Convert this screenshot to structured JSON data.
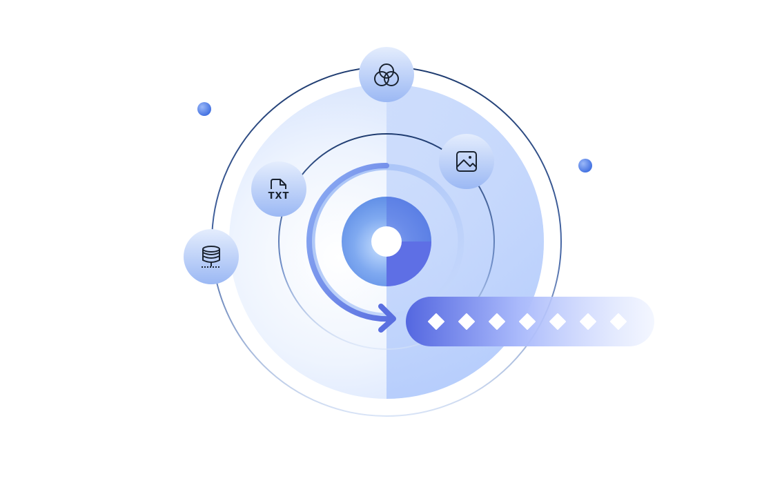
{
  "illustration": {
    "orbit_icons": [
      {
        "name": "venn-diagram-icon"
      },
      {
        "name": "image-icon"
      },
      {
        "name": "txt-file-icon",
        "label": "TXT"
      },
      {
        "name": "database-icon"
      }
    ],
    "progress_bar": {
      "dot_count": 7,
      "dot_shape": "diamond"
    }
  },
  "colors": {
    "primary": "#5b72e6",
    "accent_light": "#c5d6fb",
    "bg_disc": "#e8f0fd",
    "outline_dark": "#1d3a6e",
    "icon_ink": "#1a2330"
  }
}
